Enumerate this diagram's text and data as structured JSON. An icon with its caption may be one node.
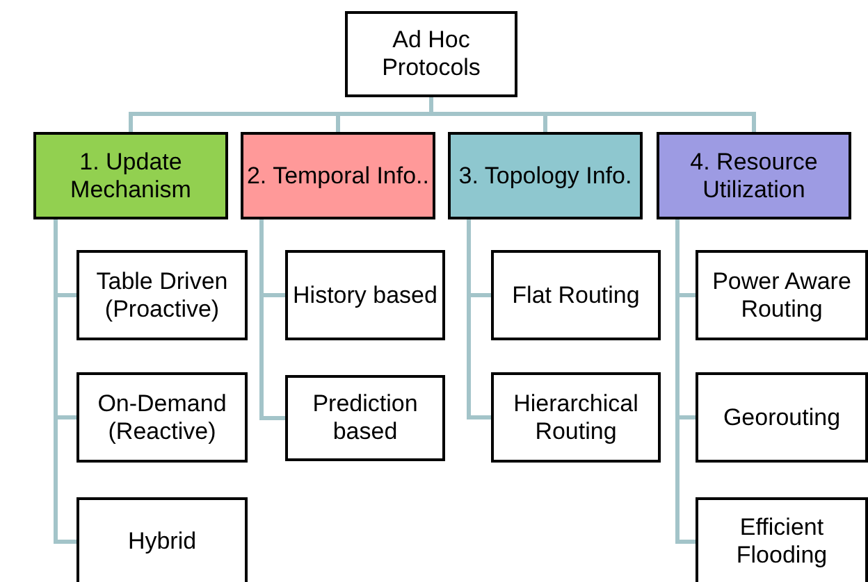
{
  "diagram": {
    "nodes": [
      {
        "text": [
          "Ad Hoc Protocols"
        ]
      },
      {
        "text": [
          "1. Update Mechanism"
        ]
      },
      {
        "text": [
          "2. Temporal Info.."
        ]
      },
      {
        "text": [
          "3. Topology Info."
        ]
      },
      {
        "text": [
          "4. Resource Utilization"
        ]
      },
      {
        "text": [
          "Table Driven (Proactive)"
        ]
      },
      {
        "text": [
          "On-Demand (Reactive)"
        ]
      },
      {
        "text": [
          "Hybrid"
        ]
      },
      {
        "text": [
          "History based"
        ]
      },
      {
        "text": [
          "Prediction based"
        ]
      },
      {
        "text": [
          "Flat Routing"
        ]
      },
      {
        "text": [
          "Hierarchical Routing"
        ]
      },
      {
        "text": [
          "Power Aware Routing"
        ]
      },
      {
        "text": [
          "Georouting"
        ]
      },
      {
        "text": [
          "Efficient Flooding"
        ]
      }
    ],
    "edges": [
      {
        "from": 0,
        "to": 1,
        "arrow": "none"
      },
      {
        "from": 0,
        "to": 2,
        "arrow": "none"
      },
      {
        "from": 0,
        "to": 3,
        "arrow": "none"
      },
      {
        "from": 0,
        "to": 4,
        "arrow": "none"
      },
      {
        "from": 1,
        "to": 5,
        "arrow": "none"
      },
      {
        "from": 1,
        "to": 6,
        "arrow": "none"
      },
      {
        "from": 1,
        "to": 7,
        "arrow": "none"
      },
      {
        "from": 2,
        "to": 8,
        "arrow": "none"
      },
      {
        "from": 2,
        "to": 9,
        "arrow": "none"
      },
      {
        "from": 3,
        "to": 10,
        "arrow": "none"
      },
      {
        "from": 3,
        "to": 11,
        "arrow": "none"
      },
      {
        "from": 4,
        "to": 12,
        "arrow": "none"
      },
      {
        "from": 4,
        "to": 13,
        "arrow": "none"
      },
      {
        "from": 4,
        "to": 14,
        "arrow": "none"
      }
    ]
  }
}
